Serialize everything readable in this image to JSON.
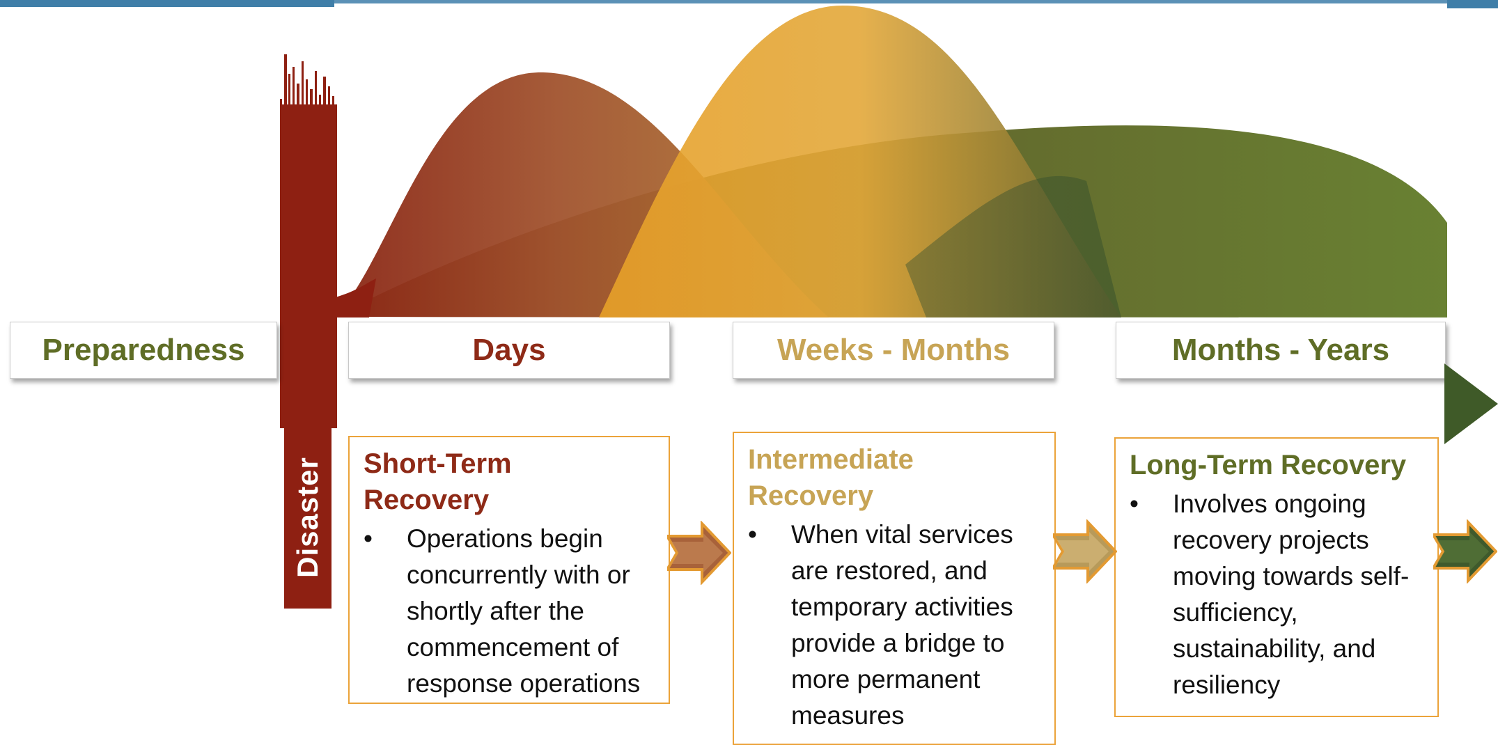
{
  "disaster_label": "Disaster",
  "phases": [
    {
      "label": "Preparedness",
      "color": "#5f6d26"
    },
    {
      "label": "Days",
      "color": "#8e2a17"
    },
    {
      "label": "Weeks - Months",
      "color": "#c7a455"
    },
    {
      "label": "Months - Years",
      "color": "#5f6d26"
    }
  ],
  "stages": [
    {
      "title_line1": "Short-Term",
      "title_line2": "Recovery",
      "color": "#8e2a17",
      "bullet": "•",
      "lines": [
        "Operations begin",
        "concurrently with or",
        "shortly after the",
        "commencement of",
        "response operations"
      ]
    },
    {
      "title_line1": "Intermediate",
      "title_line2": "Recovery",
      "color": "#c7a455",
      "bullet": "•",
      "lines": [
        "When vital services",
        "are restored, and",
        "temporary activities",
        "provide a bridge to",
        "more permanent",
        "measures"
      ]
    },
    {
      "title_line1": "Long-Term Recovery",
      "title_line2": "",
      "color": "#5f6d26",
      "bullet": "•",
      "lines": [
        "Involves ongoing",
        "recovery projects",
        "moving towards self-",
        "sufficiency,",
        "sustainability, and",
        "resiliency"
      ]
    }
  ],
  "colors": {
    "short_term": "#8e2a17",
    "intermediate": "#e3a22a",
    "long_term": "#5f7a2c",
    "border": "#eba33a",
    "topbar": "#3f7ea8"
  }
}
